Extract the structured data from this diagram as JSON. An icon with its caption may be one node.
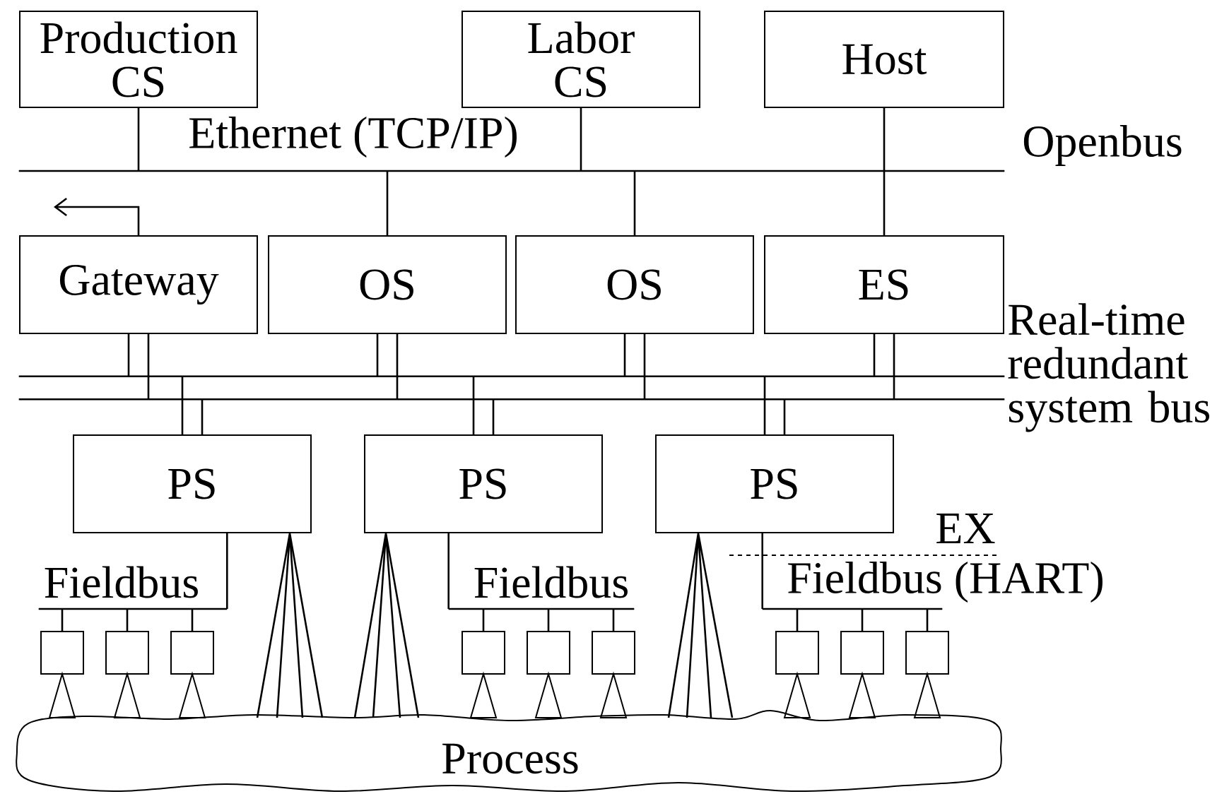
{
  "diagram": {
    "nodes": [
      {
        "text": [
          "Production CS"
        ]
      },
      {
        "text": [
          "Labor CS"
        ]
      },
      {
        "text": [
          "Host"
        ]
      },
      {
        "text": [],
        "shape": "bar",
        "beside": [
          "Ethernet (TCP/IP)",
          "Openbus"
        ]
      },
      {
        "text": [
          "Gateway"
        ]
      },
      {
        "text": [
          "OS"
        ]
      },
      {
        "text": [
          "OS"
        ]
      },
      {
        "text": [
          "ES"
        ]
      },
      {
        "text": [],
        "shape": "bar",
        "beside": [
          "Real-time redundant system bus"
        ]
      },
      {
        "text": [
          "PS"
        ]
      },
      {
        "text": [
          "PS"
        ]
      },
      {
        "text": [
          "PS"
        ]
      },
      {
        "text": [],
        "shape": "bar",
        "beside": [
          "Fieldbus"
        ]
      },
      {
        "text": [],
        "shape": "bar",
        "beside": [
          "Fieldbus"
        ]
      },
      {
        "text": [],
        "shape": "bar",
        "beside": [
          "Fieldbus (HART)"
        ]
      },
      {
        "text": [],
        "shape": "box"
      },
      {
        "text": [],
        "shape": "box"
      },
      {
        "text": [],
        "shape": "box"
      },
      {
        "text": [],
        "shape": "box"
      },
      {
        "text": [],
        "shape": "box"
      },
      {
        "text": [],
        "shape": "box"
      },
      {
        "text": [],
        "shape": "box"
      },
      {
        "text": [],
        "shape": "box"
      },
      {
        "text": [],
        "shape": "box"
      },
      {
        "text": [
          "Process"
        ]
      }
    ],
    "edges": [
      {
        "from": 0,
        "to": 3,
        "arrow": "none"
      },
      {
        "from": 1,
        "to": 3,
        "arrow": "none"
      },
      {
        "from": 2,
        "to": 3,
        "arrow": "none"
      },
      {
        "from": 3,
        "to": 5,
        "arrow": "none"
      },
      {
        "from": 3,
        "to": 6,
        "arrow": "none"
      },
      {
        "from": 3,
        "to": 7,
        "arrow": "none"
      },
      {
        "from": 4,
        "to": null,
        "arrow": "to"
      },
      {
        "from": 4,
        "to": 8,
        "arrow": "none"
      },
      {
        "from": 5,
        "to": 8,
        "arrow": "none"
      },
      {
        "from": 6,
        "to": 8,
        "arrow": "none"
      },
      {
        "from": 7,
        "to": 8,
        "arrow": "none"
      },
      {
        "from": 8,
        "to": 9,
        "arrow": "none"
      },
      {
        "from": 8,
        "to": 10,
        "arrow": "none"
      },
      {
        "from": 8,
        "to": 11,
        "arrow": "none"
      },
      {
        "from": 9,
        "to": 12,
        "arrow": "none"
      },
      {
        "from": 10,
        "to": 13,
        "arrow": "none"
      },
      {
        "from": 11,
        "to": 14,
        "arrow": "none"
      },
      {
        "from": 12,
        "to": 15,
        "arrow": "none"
      },
      {
        "from": 12,
        "to": 16,
        "arrow": "none"
      },
      {
        "from": 12,
        "to": 17,
        "arrow": "none"
      },
      {
        "from": 13,
        "to": 18,
        "arrow": "none"
      },
      {
        "from": 13,
        "to": 19,
        "arrow": "none"
      },
      {
        "from": 13,
        "to": 20,
        "arrow": "none"
      },
      {
        "from": 14,
        "to": 21,
        "arrow": "none"
      },
      {
        "from": 14,
        "to": 22,
        "arrow": "none"
      },
      {
        "from": 14,
        "to": 23,
        "arrow": "none"
      },
      {
        "from": 9,
        "to": 24,
        "arrow": "none"
      },
      {
        "from": 10,
        "to": 24,
        "arrow": "none"
      },
      {
        "from": 11,
        "to": 24,
        "arrow": "none"
      }
    ],
    "labels": [
      "EX"
    ]
  }
}
